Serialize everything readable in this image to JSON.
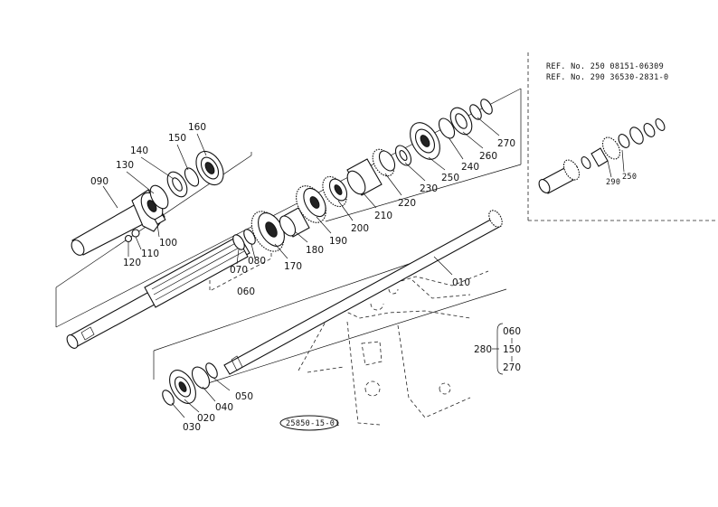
{
  "diagram": {
    "part_labels": {
      "p010": "010",
      "p020": "020",
      "p030": "030",
      "p040": "040",
      "p050": "050",
      "p060": "060",
      "p070": "070",
      "p080": "080",
      "p090": "090",
      "p100": "100",
      "p110": "110",
      "p120": "120",
      "p130": "130",
      "p140": "140",
      "p150": "150",
      "p160": "160",
      "p170": "170",
      "p180": "180",
      "p190": "190",
      "p200": "200",
      "p210": "210",
      "p220": "220",
      "p230": "230",
      "p240": "240",
      "p250": "250",
      "p260": "260",
      "p270": "270"
    },
    "inset": {
      "ref_line_1": "REF. No. 250  08151-06309",
      "ref_line_2": "REF. No. 290  36530-2831-0",
      "label_290": "290",
      "label_250": "250"
    },
    "kit": {
      "label": "280",
      "items": [
        "060",
        "150",
        "270"
      ]
    },
    "drawing_code": "25850-15-01"
  }
}
